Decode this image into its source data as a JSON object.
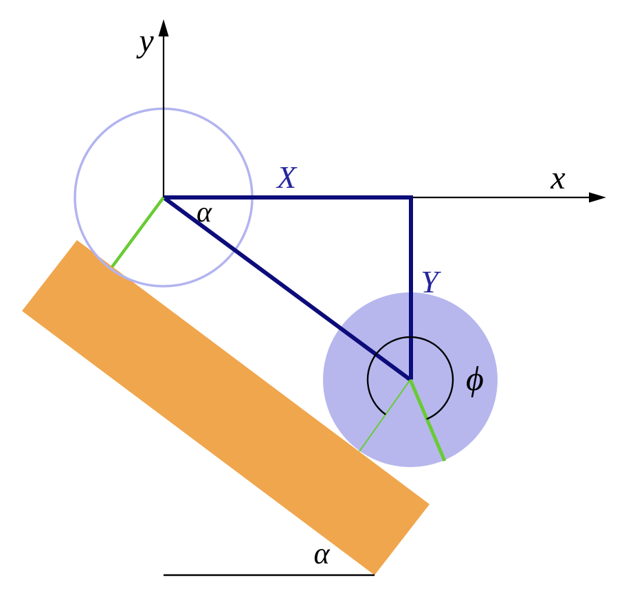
{
  "labels": {
    "y_axis": "y",
    "x_axis": "x",
    "x_component": "X",
    "y_component": "Y",
    "alpha_at_origin": "α",
    "alpha_at_ground": "α",
    "phi_rotation": "ϕ"
  },
  "colors": {
    "navy_line": "#0c0c7a",
    "navy_label": "#26269c",
    "lavender_fill": "#b7b7ee",
    "lavender_stroke": "#b2b4f0",
    "green": "#69cb34",
    "orange": "#f0a64c",
    "black": "#000000"
  }
}
